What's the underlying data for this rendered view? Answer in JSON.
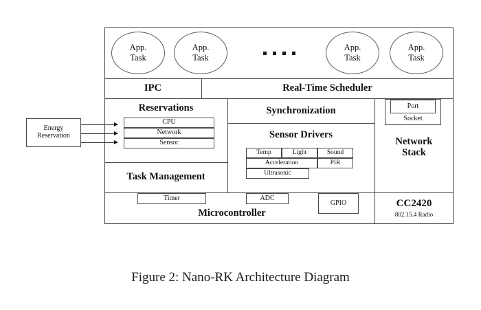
{
  "figure": {
    "caption": "Figure 2: Nano-RK Architecture Diagram"
  },
  "external": {
    "energy_reservation": "Energy\nReservation",
    "arrow_count": 3
  },
  "diagram": {
    "app_layer": {
      "tasks": [
        {
          "label": "App.\nTask"
        },
        {
          "label": "App.\nTask"
        },
        {
          "label": "App.\nTask"
        },
        {
          "label": "App.\nTask"
        }
      ],
      "ellipsis": "...."
    },
    "service_layer": {
      "ipc": "IPC",
      "scheduler": "Real-Time Scheduler"
    },
    "left_column": {
      "reservations_title": "Reservations",
      "reservation_items": [
        "CPU",
        "Network",
        "Sensor"
      ],
      "task_management": "Task Management"
    },
    "middle_column": {
      "synchronization": "Synchronization",
      "sensor_drivers_title": "Sensor Drivers",
      "sensors_row1": [
        "Temp",
        "Light",
        "Sound"
      ],
      "sensors_row2": [
        "Acceleration",
        "PIR"
      ],
      "sensors_row3": [
        "Ultrasonic"
      ]
    },
    "right_column": {
      "port": "Port",
      "socket": "Socket",
      "network_stack": "Network\nStack"
    },
    "hardware_layer": {
      "timer": "Timer",
      "adc": "ADC",
      "gpio": "GPIO",
      "microcontroller": "Microcontroller",
      "radio_name": "CC2420",
      "radio_standard": "802.15.4 Radio"
    }
  },
  "colors": {
    "background": "#ffffff",
    "line": "#4a4a4a",
    "text": "#111111"
  }
}
